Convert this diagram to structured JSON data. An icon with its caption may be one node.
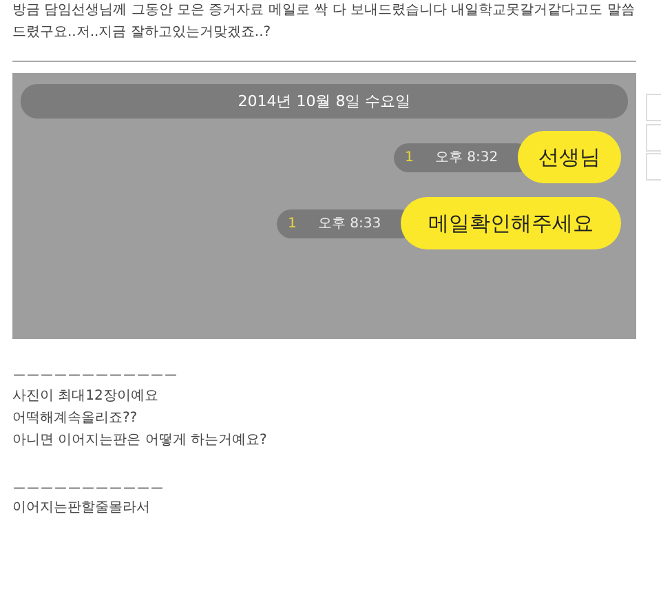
{
  "diagram": {
    "nodes": [
      {
        "text": [
          "2014년 10월 8일 수요일"
        ]
      },
      {
        "text": [
          "선생님"
        ],
        "beside": [
          "1",
          "오후 8:32"
        ]
      },
      {
        "text": [
          "메일확인해주세요"
        ],
        "beside": [
          "1",
          "오후 8:33"
        ]
      }
    ],
    "labels": [
      "방금 담임선생님께 그동안 모은 증거자료 메일로 싹 다 보내드렸습니다 내일학교못갈거같다고도 말씀드렸구요..저..지금 잘하고있는거맞겠죠..?",
      "ㅡㅡㅡㅡㅡㅡㅡㅡㅡㅡㅡㅡ",
      "사진이 최대12장이예요",
      "어떡해계속올리죠??",
      "아니면 이어지는판은 어떻게 하는거예요?",
      "ㅡㅡㅡㅡㅡㅡㅡㅡㅡㅡㅡ",
      "이어지는판할줄몰라서"
    ]
  }
}
